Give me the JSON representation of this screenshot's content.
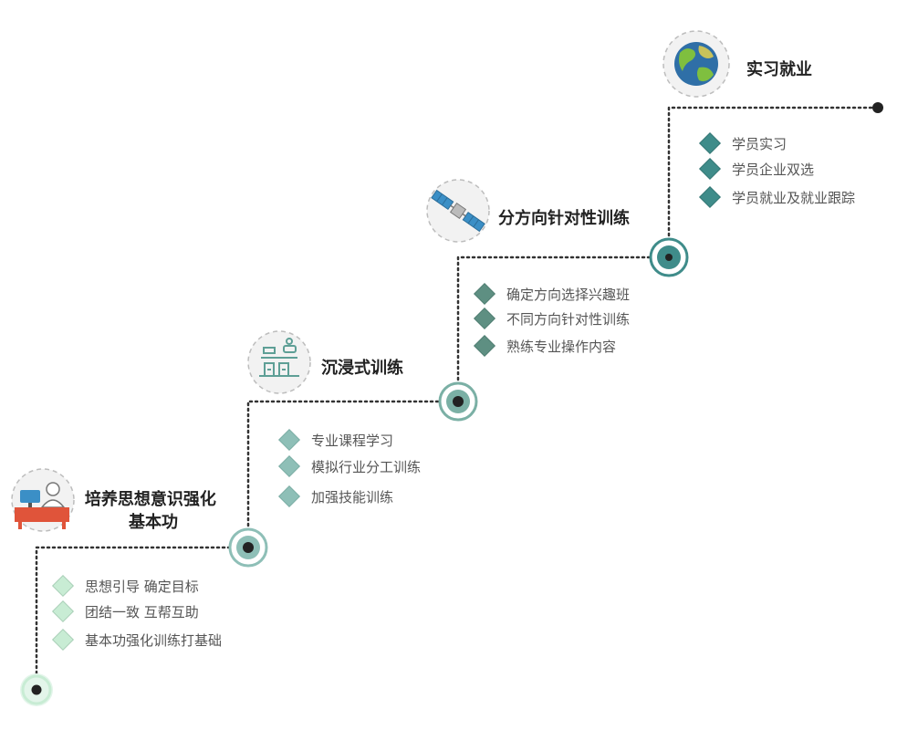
{
  "colors": {
    "stage1_accent": "#c8ecd4",
    "stage2_accent": "#8ebfb7",
    "stage3_accent": "#5e8f82",
    "stage4_accent": "#3f8c8a",
    "dotted_path": "#333333",
    "node_dot": "#222222",
    "ring": "#6fa89e"
  },
  "stages": [
    {
      "id": "stage-1",
      "title_lines": [
        "培养思想意识强化",
        "基本功"
      ],
      "icon": "desk-worker-icon",
      "items": [
        "思想引导 确定目标",
        "团结一致 互帮互助",
        "基本功强化训练打基础"
      ]
    },
    {
      "id": "stage-2",
      "title_lines": [
        "沉浸式训练"
      ],
      "icon": "classroom-desks-icon",
      "items": [
        "专业课程学习",
        "模拟行业分工训练",
        "加强技能训练"
      ]
    },
    {
      "id": "stage-3",
      "title_lines": [
        "分方向针对性训练"
      ],
      "icon": "satellite-icon",
      "items": [
        "确定方向选择兴趣班",
        "不同方向针对性训练",
        "熟练专业操作内容"
      ]
    },
    {
      "id": "stage-4",
      "title_lines": [
        "实习就业"
      ],
      "icon": "globe-icon",
      "items": [
        "学员实习",
        "学员企业双选",
        "学员就业及就业跟踪"
      ]
    }
  ]
}
